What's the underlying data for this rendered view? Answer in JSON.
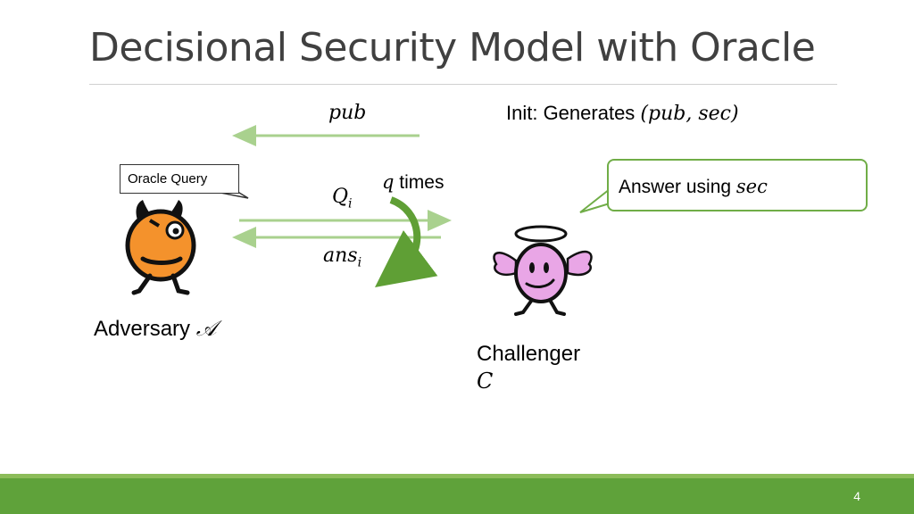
{
  "slide": {
    "title": "Decisional Security Model with Oracle",
    "page_number": "4"
  },
  "labels": {
    "pub": "pub",
    "init_prefix": "Init: Generates ",
    "init_math": "(pub, sec)",
    "qi_base": "Q",
    "qi_sub": "i",
    "ans_base": "ans",
    "ans_sub": "i",
    "q_math": "q",
    "times": " times",
    "oracle_query": "Oracle Query",
    "answer_prefix": "Answer using ",
    "answer_math": "sec",
    "adversary": "Adversary ",
    "adversary_math": "𝒜",
    "challenger": "Challenger",
    "challenger_math": "C"
  },
  "colors": {
    "arrow_light_green": "#a9d18e",
    "arrow_dark_green": "#5f9f35",
    "callout_border": "#70ad47",
    "footer_green": "#5fa23a",
    "adversary_orange": "#f4922c",
    "challenger_pink": "#e9a6e6",
    "title_gray": "#404040"
  },
  "icons": {
    "adversary": "devil-character-icon",
    "challenger": "angel-character-icon"
  }
}
